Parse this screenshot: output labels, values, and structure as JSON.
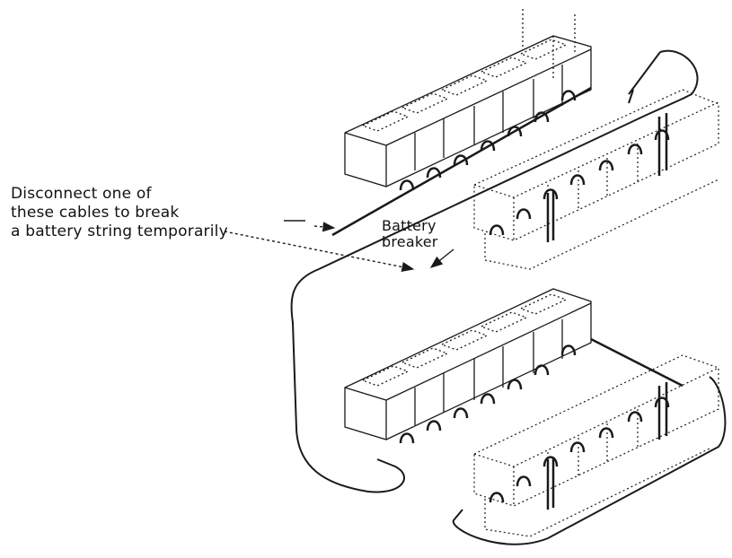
{
  "callouts": {
    "disconnect": {
      "line1": "Disconnect one of",
      "line2": "these cables to break",
      "line3": "a battery string temporarily"
    },
    "breaker": {
      "line1": "Battery",
      "line2": "breaker"
    }
  },
  "colors": {
    "stroke": "#1a1a1a",
    "background": "#ffffff"
  }
}
